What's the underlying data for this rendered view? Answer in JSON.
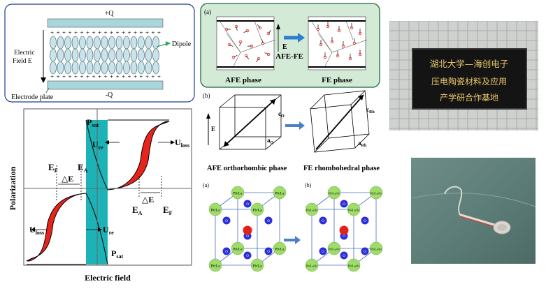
{
  "capacitor": {
    "plus_q": "+Q",
    "minus_q": "-Q",
    "dipole": "Dipole",
    "field_line1": "Electric",
    "field_line2": "Field E",
    "electrode": "Electrode plate",
    "plus_row": "+ + + + + + + + + + + + + + + + + + +",
    "minus_row": "+ + + + + + + + + + + + + + + + + + +"
  },
  "hysteresis": {
    "p_sat_top": "P",
    "p_sat_top_sub": "sat",
    "p_sat_bot": "P",
    "p_sat_bot_sub": "sat",
    "u_re_top": "U",
    "u_re_top_sub": "re",
    "u_loss_top": "U",
    "u_loss_top_sub": "loss",
    "u_loss_bot": "U",
    "u_loss_bot_sub": "loss",
    "u_re_bot": "U",
    "u_re_bot_sub": "re",
    "ef_left": "E",
    "ef_left_sub": "F",
    "ea_left": "E",
    "ea_left_sub": "A",
    "delta_left": "△E",
    "delta_right": "△E",
    "ea_right": "E",
    "ea_right_sub": "A",
    "ef_right": "E",
    "ef_right_sub": "F",
    "ylabel": "Polarization",
    "xlabel": "Electric field"
  },
  "transition": {
    "tag": "(a)",
    "center": "AFE-FE",
    "e_label": "E",
    "afe_phase": "AFE phase",
    "fe_phase": "FE phase"
  },
  "cells": {
    "tag": "(b)",
    "e_label": "E",
    "c_o": "c",
    "c_o_sub": "O",
    "a_o": "a",
    "a_o_sub": "O",
    "c_rh": "c",
    "c_rh_sub": "Rh",
    "a_rh": "a",
    "a_rh_sub": "Rh",
    "afe_caption": "AFE orthorhombic phase",
    "fe_caption": "FE rhombohedral phase"
  },
  "lattice": {
    "tag_a": "(a)",
    "tag_b": "(b)",
    "left_pb": "Pb/La",
    "left_o": "O",
    "right_pb": "Pb/La/Sr",
    "right_o": "O"
  },
  "plaque": {
    "line1": "湖北大学—海创电子",
    "line2": "压电陶瓷材料及应用",
    "line3": "产学研合作基地"
  },
  "colors": {
    "accent_green": "#3a7d55",
    "loop_red": "#e8231c",
    "loop_cyan": "#1db3b6",
    "plate": "#a7d6dc",
    "atom_green": "#9fdc6a",
    "atom_blue": "#2a2fd8",
    "atom_red": "#e3221e"
  }
}
